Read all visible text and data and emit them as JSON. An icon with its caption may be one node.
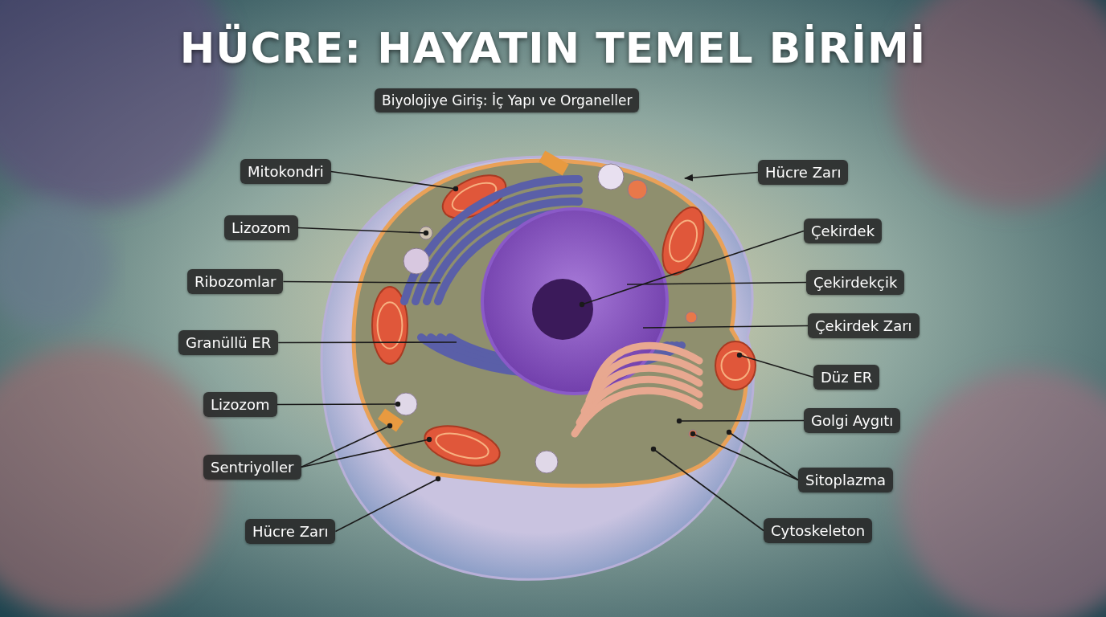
{
  "diagram": {
    "title": "HÜCRE: HAYATIN TEMEL BİRİMİ",
    "nodes": [
      {
        "text": [
          "Biyolojiye Giriş: İç Yapı ve Organeller"
        ]
      },
      {
        "text": [
          "Mitokondri"
        ]
      },
      {
        "text": [
          "Lizozom"
        ]
      },
      {
        "text": [
          "Ribozomlar"
        ]
      },
      {
        "text": [
          "Granüllü ER"
        ]
      },
      {
        "text": [
          "Lizozom"
        ]
      },
      {
        "text": [
          "Sentriyoller"
        ]
      },
      {
        "text": [
          "Hücre Zarı"
        ]
      },
      {
        "text": [
          "Hücre Zarı"
        ]
      },
      {
        "text": [
          "Çekirdek"
        ]
      },
      {
        "text": [
          "Çekirdekçik"
        ]
      },
      {
        "text": [
          "Çekirdek Zarı"
        ]
      },
      {
        "text": [
          "Düz ER"
        ]
      },
      {
        "text": [
          "Golgi Aygıtı"
        ]
      },
      {
        "text": [
          "Sitoplazma"
        ]
      },
      {
        "text": [
          "Cytoskeleton"
        ]
      }
    ],
    "edges": [
      {
        "from": 1,
        "to": null,
        "arrow": "other"
      },
      {
        "from": 2,
        "to": null,
        "arrow": "other"
      },
      {
        "from": 3,
        "to": null,
        "arrow": "none"
      },
      {
        "from": 4,
        "to": null,
        "arrow": "none"
      },
      {
        "from": 5,
        "to": null,
        "arrow": "other"
      },
      {
        "from": 6,
        "to": null,
        "arrow": "other"
      },
      {
        "from": 6,
        "to": null,
        "arrow": "other"
      },
      {
        "from": 7,
        "to": null,
        "arrow": "other"
      },
      {
        "from": 8,
        "to": null,
        "arrow": "to"
      },
      {
        "from": 9,
        "to": null,
        "arrow": "other"
      },
      {
        "from": 10,
        "to": null,
        "arrow": "none"
      },
      {
        "from": 11,
        "to": null,
        "arrow": "none"
      },
      {
        "from": 12,
        "to": null,
        "arrow": "other"
      },
      {
        "from": 13,
        "to": null,
        "arrow": "other"
      },
      {
        "from": 14,
        "to": null,
        "arrow": "other"
      },
      {
        "from": 14,
        "to": null,
        "arrow": "other"
      },
      {
        "from": 15,
        "to": null,
        "arrow": "other"
      }
    ]
  }
}
